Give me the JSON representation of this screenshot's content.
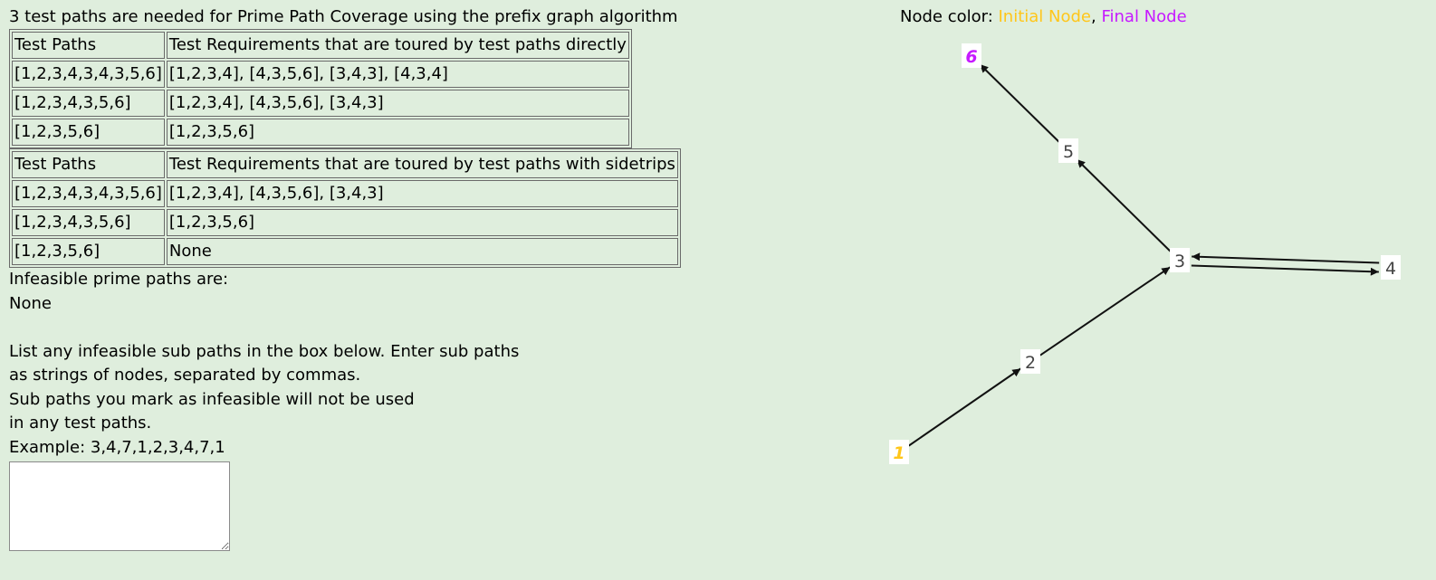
{
  "heading": "3 test paths are needed for Prime Path Coverage using the prefix graph algorithm",
  "table_direct": {
    "headers": [
      "Test Paths",
      "Test Requirements that are toured by test paths directly"
    ],
    "rows": [
      [
        "[1,2,3,4,3,4,3,5,6]",
        "[1,2,3,4], [4,3,5,6], [3,4,3], [4,3,4]"
      ],
      [
        "[1,2,3,4,3,5,6]",
        "[1,2,3,4], [4,3,5,6], [3,4,3]"
      ],
      [
        "[1,2,3,5,6]",
        "[1,2,3,5,6]"
      ]
    ]
  },
  "table_sidetrips": {
    "headers": [
      "Test Paths",
      "Test Requirements that are toured by test paths with sidetrips"
    ],
    "rows": [
      [
        "[1,2,3,4,3,4,3,5,6]",
        "[1,2,3,4], [4,3,5,6], [3,4,3]"
      ],
      [
        "[1,2,3,4,3,5,6]",
        "[1,2,3,5,6]"
      ],
      [
        "[1,2,3,5,6]",
        "None"
      ]
    ]
  },
  "infeasible": {
    "label": "Infeasible prime paths are:",
    "value": "None"
  },
  "instructions": [
    "List any infeasible sub paths in the box below. Enter sub paths",
    "as strings of nodes, separated by commas.",
    "Sub paths you mark as infeasible will not be used",
    "in any test paths.",
    "Example: 3,4,7,1,2,3,4,7,1"
  ],
  "subpaths_input": {
    "value": "",
    "placeholder": ""
  },
  "legend": {
    "prefix": "Node color: ",
    "initial": "Initial Node",
    "separator": ", ",
    "final": "Final Node"
  },
  "colors": {
    "background": "#dfeedd",
    "initial_node": "#ffc61a",
    "final_node": "#c61aff",
    "edge": "#111111",
    "node_label": "#444444"
  },
  "graph": {
    "nodes": [
      {
        "id": "1",
        "label": "1",
        "role": "initial"
      },
      {
        "id": "2",
        "label": "2",
        "role": "normal"
      },
      {
        "id": "3",
        "label": "3",
        "role": "normal"
      },
      {
        "id": "4",
        "label": "4",
        "role": "normal"
      },
      {
        "id": "5",
        "label": "5",
        "role": "normal"
      },
      {
        "id": "6",
        "label": "6",
        "role": "final"
      }
    ],
    "edges": [
      {
        "from": "1",
        "to": "2"
      },
      {
        "from": "2",
        "to": "3"
      },
      {
        "from": "3",
        "to": "4"
      },
      {
        "from": "4",
        "to": "3"
      },
      {
        "from": "3",
        "to": "5"
      },
      {
        "from": "5",
        "to": "6"
      }
    ]
  }
}
